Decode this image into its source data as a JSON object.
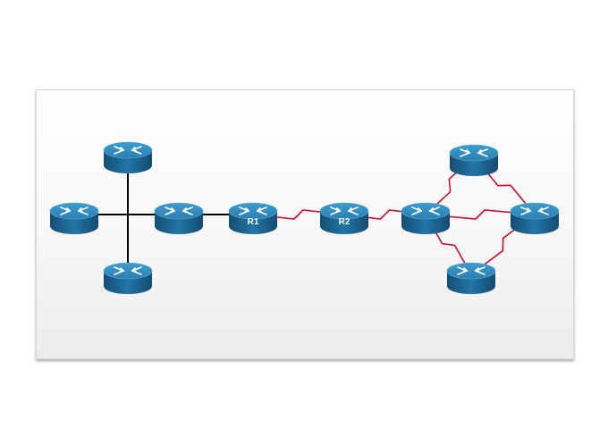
{
  "colors": {
    "ethernet_link": "#000000",
    "serial_link": "#c8102e",
    "router_top": "#2f86b8",
    "router_body": "#1b5f8c",
    "router_arrows": "#ffffff",
    "label_text": "#ffffff"
  },
  "routers": [
    {
      "id": "hub-top",
      "label": ""
    },
    {
      "id": "hub-left",
      "label": ""
    },
    {
      "id": "hub-center",
      "label": ""
    },
    {
      "id": "hub-bottom",
      "label": ""
    },
    {
      "id": "r1",
      "label": "R1"
    },
    {
      "id": "r2",
      "label": "R2"
    },
    {
      "id": "mesh-left",
      "label": ""
    },
    {
      "id": "mesh-top",
      "label": ""
    },
    {
      "id": "mesh-right",
      "label": ""
    },
    {
      "id": "mesh-bottom",
      "label": ""
    }
  ],
  "links": [
    {
      "from": "hub-left",
      "to": "hub-center",
      "type": "ethernet"
    },
    {
      "from": "hub-top",
      "to": "hub-bottom",
      "type": "ethernet"
    },
    {
      "from": "hub-center",
      "to": "r1",
      "type": "ethernet"
    },
    {
      "from": "r1",
      "to": "r2",
      "type": "serial"
    },
    {
      "from": "r2",
      "to": "mesh-left",
      "type": "serial"
    },
    {
      "from": "mesh-left",
      "to": "mesh-top",
      "type": "serial"
    },
    {
      "from": "mesh-left",
      "to": "mesh-right",
      "type": "serial"
    },
    {
      "from": "mesh-left",
      "to": "mesh-bottom",
      "type": "serial"
    },
    {
      "from": "mesh-top",
      "to": "mesh-right",
      "type": "serial"
    },
    {
      "from": "mesh-bottom",
      "to": "mesh-right",
      "type": "serial"
    }
  ]
}
